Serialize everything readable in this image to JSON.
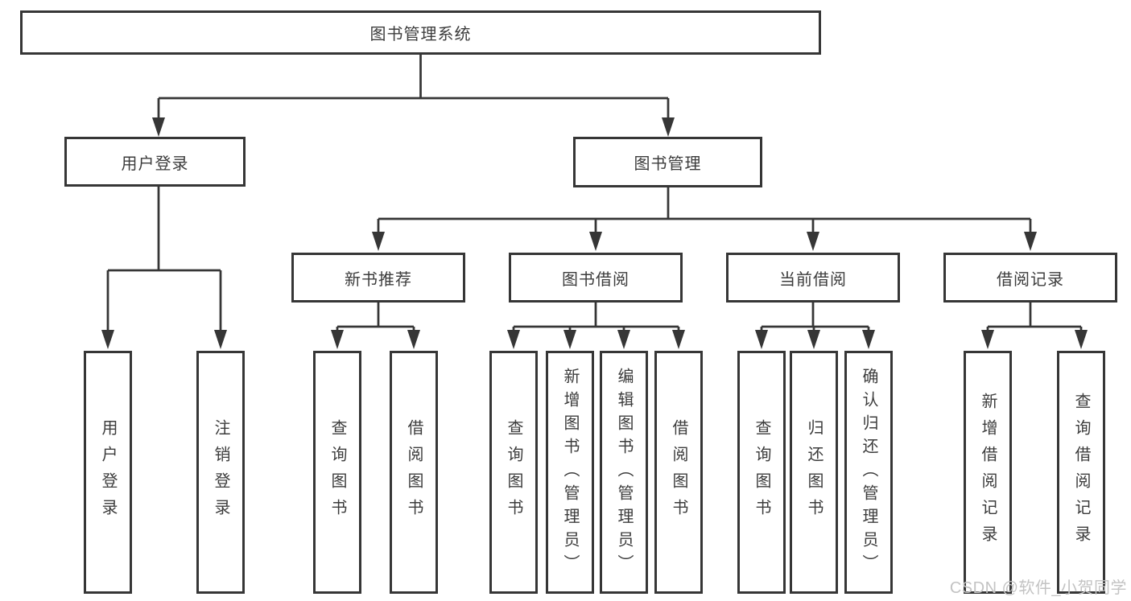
{
  "tree": {
    "root": "图书管理系统",
    "user_login": {
      "label": "用户登录",
      "children": [
        "用户登录",
        "注销登录"
      ]
    },
    "book_mgmt": {
      "label": "图书管理",
      "sections": [
        {
          "label": "新书推荐",
          "children": [
            "查询图书",
            "借阅图书"
          ]
        },
        {
          "label": "图书借阅",
          "children": [
            "查询图书",
            "新增图书（管理员）",
            "编辑图书（管理员）",
            "借阅图书"
          ]
        },
        {
          "label": "当前借阅",
          "children": [
            "查询图书",
            "归还图书",
            "确认归还（管理员）"
          ]
        },
        {
          "label": "借阅记录",
          "children": [
            "新增借阅记录",
            "查询借阅记录"
          ]
        }
      ]
    }
  },
  "watermark": "CSDN @软件_小贺同学",
  "colors": {
    "line": "#363636",
    "box_border": "#363636",
    "box_fill": "#ffffff",
    "text": "#3c3c3c",
    "watermark": "#c3c3c3",
    "background": "#ffffff"
  }
}
